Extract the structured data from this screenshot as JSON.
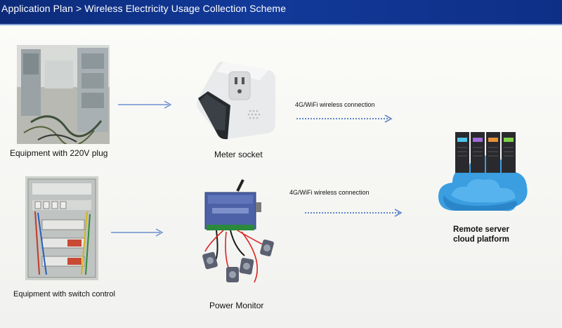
{
  "header": {
    "breadcrumb": "Application Plan > Wireless Electricity Usage Collection Scheme"
  },
  "nodes": {
    "equipment_plug": "Equipment with 220V plug",
    "meter_socket": "Meter socket",
    "equipment_switch": "Equipment with switch control",
    "power_monitor": "Power Monitor",
    "remote_server_line1": "Remote server",
    "remote_server_line2": "cloud platform"
  },
  "connections": {
    "top": "4G/WiFi wireless connection",
    "bottom": "4G/WiFi wireless connection"
  },
  "colors": {
    "header_bg": "#123a9a",
    "arrow": "#6c8fcf",
    "cloud": "#3a9ee0"
  }
}
